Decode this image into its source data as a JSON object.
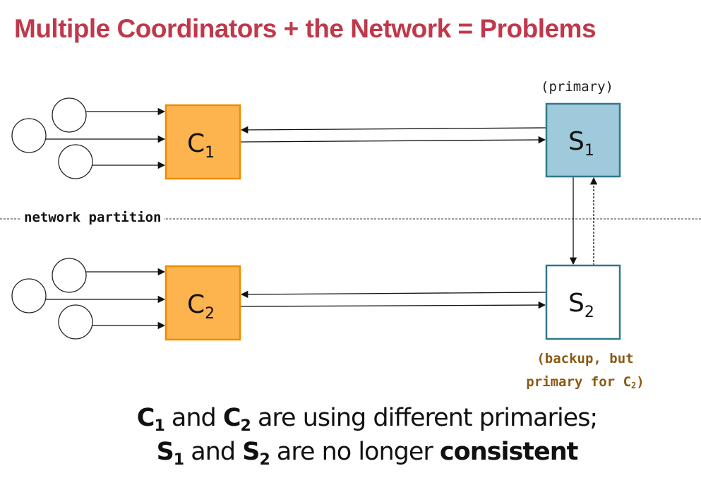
{
  "title": "Multiple Coordinators + the Network = Problems",
  "colors": {
    "title": "#c0384b",
    "coordinator_fill": "#fdb44f",
    "coordinator_border": "#f08c00",
    "server_primary_fill": "#9ecadb",
    "server_border": "#31788c",
    "backup_label": "#8a5a12"
  },
  "nodes": {
    "c1": {
      "base": "C",
      "sub": "1"
    },
    "c2": {
      "base": "C",
      "sub": "2"
    },
    "s1": {
      "base": "S",
      "sub": "1"
    },
    "s2": {
      "base": "S",
      "sub": "2"
    }
  },
  "labels": {
    "primary": "(primary)",
    "network_partition": "network partition",
    "backup_line1": "(backup, but",
    "backup_line2_prefix": "primary for C",
    "backup_line2_sub": "2",
    "backup_line2_suffix": ")"
  },
  "caption": {
    "line1": {
      "a_base": "C",
      "a_sub": "1",
      "and": " and ",
      "b_base": "C",
      "b_sub": "2",
      "rest": " are using different primaries;"
    },
    "line2": {
      "a_base": "S",
      "a_sub": "1",
      "and": " and ",
      "b_base": "S",
      "b_sub": "2",
      "rest": " are no longer ",
      "emph": "consistent"
    }
  }
}
